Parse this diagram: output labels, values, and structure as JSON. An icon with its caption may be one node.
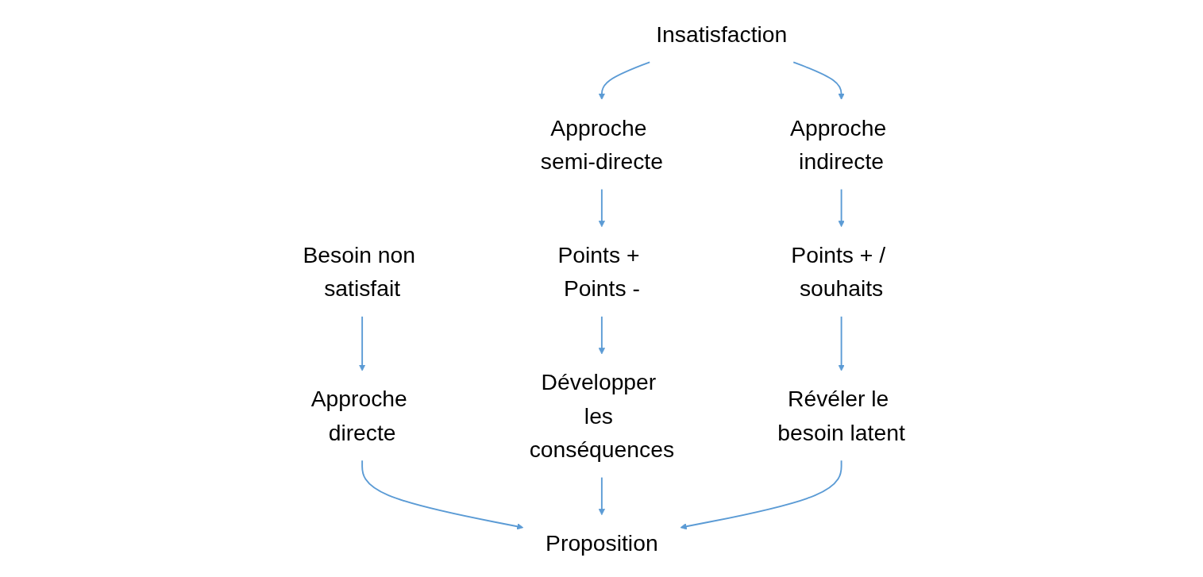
{
  "diagram": {
    "nodes": [
      {
        "text": [
          "Besoin non satisfait"
        ]
      },
      {
        "text": [
          "Approche directe"
        ]
      },
      {
        "text": [
          "Proposition"
        ]
      },
      {
        "text": [
          "Insatisfaction"
        ]
      },
      {
        "text": [
          "Approche semi-directe"
        ]
      },
      {
        "text": [
          "Approche indirecte"
        ]
      },
      {
        "text": [
          "Points + Points -"
        ]
      },
      {
        "text": [
          "Points + / souhaits"
        ]
      },
      {
        "text": [
          "Développer les conséquences"
        ]
      },
      {
        "text": [
          "Révéler le besoin latent"
        ]
      }
    ],
    "edges": [
      {
        "from": 0,
        "to": 1,
        "arrow": "to"
      },
      {
        "from": 1,
        "to": 2,
        "arrow": "to"
      },
      {
        "from": 3,
        "to": 4,
        "arrow": "to"
      },
      {
        "from": 3,
        "to": 5,
        "arrow": "to"
      },
      {
        "from": 4,
        "to": 6,
        "arrow": "to"
      },
      {
        "from": 5,
        "to": 7,
        "arrow": "to"
      },
      {
        "from": 6,
        "to": 8,
        "arrow": "to"
      },
      {
        "from": 7,
        "to": 9,
        "arrow": "to"
      },
      {
        "from": 8,
        "to": 2,
        "arrow": "to"
      },
      {
        "from": 9,
        "to": 2,
        "arrow": "to"
      }
    ]
  }
}
